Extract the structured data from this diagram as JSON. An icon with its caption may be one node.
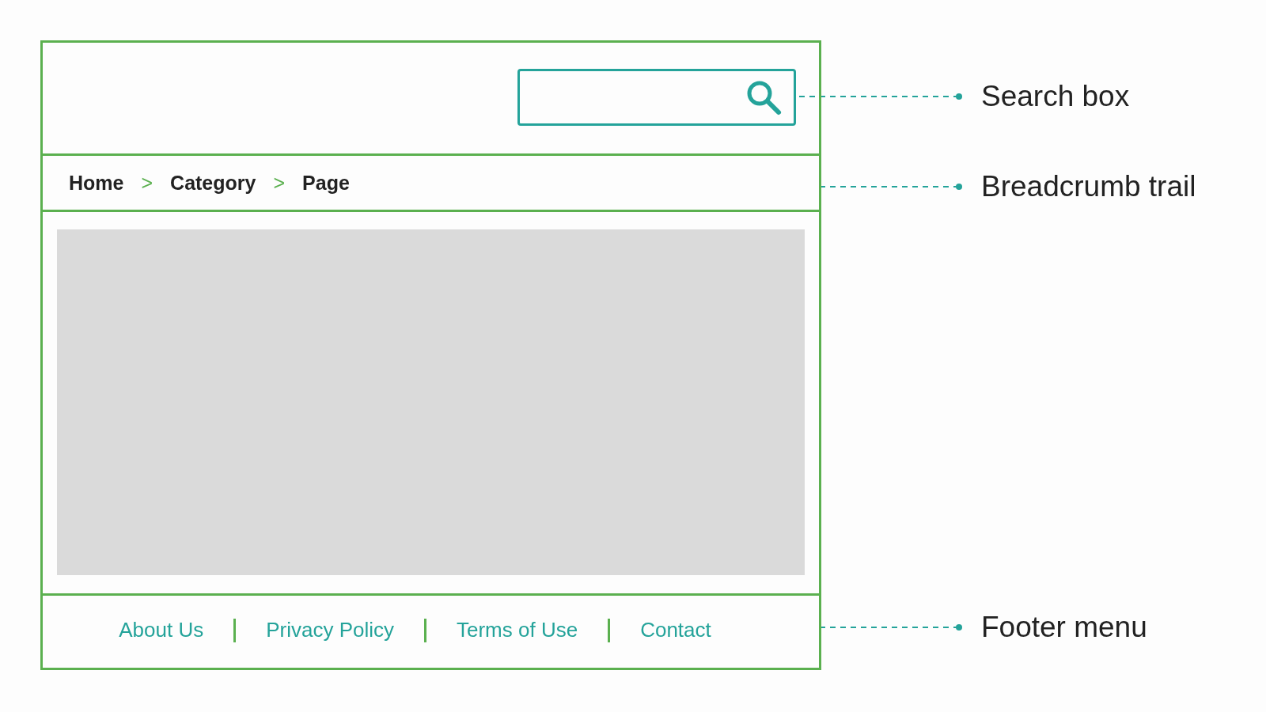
{
  "diagram": {
    "nodes": [
      {
        "text": [],
        "shape": "box"
      },
      {
        "text": [],
        "shape": "box",
        "in": 0
      },
      {
        "text": [
          "Home",
          ">",
          "Category",
          ">",
          "Page"
        ],
        "in": 0
      },
      {
        "text": [],
        "shape": "box",
        "in": 0
      },
      {
        "text": [
          "About Us",
          "Privacy Policy",
          "Terms of Use",
          "Contact"
        ],
        "in": 0
      },
      {
        "text": [
          "Search box"
        ]
      },
      {
        "text": [
          "Breadcrumb trail"
        ]
      },
      {
        "text": [
          "Footer menu"
        ]
      }
    ],
    "edges": [
      {
        "from": 5,
        "to": 1,
        "arrow": "other",
        "style": "dashed"
      },
      {
        "from": 6,
        "to": 2,
        "arrow": "other",
        "style": "dashed"
      },
      {
        "from": 7,
        "to": 4,
        "arrow": "other",
        "style": "dashed"
      }
    ]
  }
}
